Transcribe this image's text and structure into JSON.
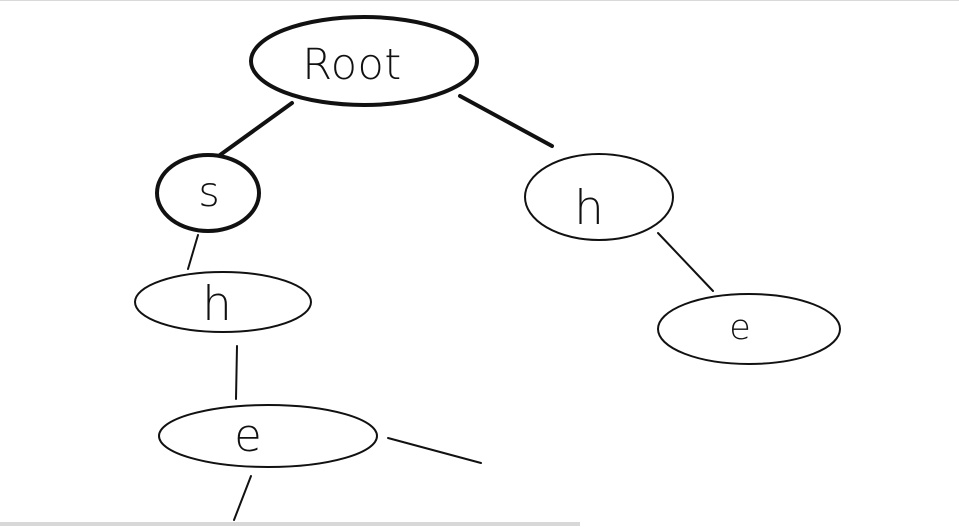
{
  "diagram": {
    "nodes": [
      {
        "id": "root",
        "label": "Root"
      },
      {
        "id": "s",
        "label": "s"
      },
      {
        "id": "h_left",
        "label": "h"
      },
      {
        "id": "e_left",
        "label": "e"
      },
      {
        "id": "h_right",
        "label": "h"
      },
      {
        "id": "e_right",
        "label": "e"
      }
    ],
    "edges": [
      {
        "from": "root",
        "to": "s"
      },
      {
        "from": "root",
        "to": "h_right"
      },
      {
        "from": "s",
        "to": "h_left"
      },
      {
        "from": "h_left",
        "to": "e_left"
      },
      {
        "from": "h_right",
        "to": "e_right"
      }
    ],
    "colors": {
      "stroke": "#111111",
      "background": "#ffffff"
    }
  }
}
